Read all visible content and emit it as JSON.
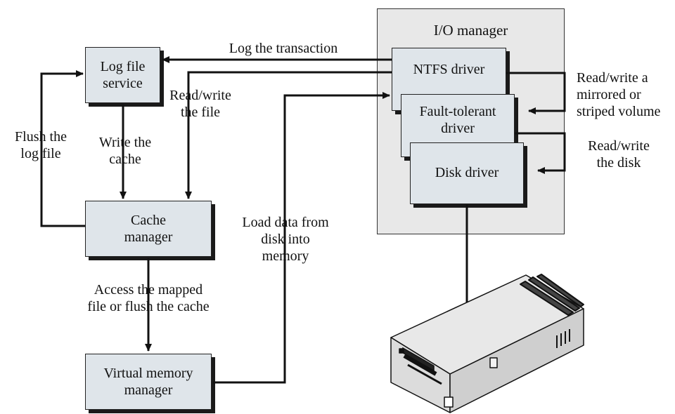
{
  "io_manager": {
    "title": "I/O manager"
  },
  "boxes": {
    "log_file_service": "Log file\nservice",
    "cache_manager": "Cache\nmanager",
    "virtual_memory_manager": "Virtual memory\nmanager",
    "ntfs_driver": "NTFS driver",
    "fault_tolerant_driver": "Fault-tolerant\ndriver",
    "disk_driver": "Disk driver"
  },
  "labels": {
    "log_transaction": "Log the transaction",
    "read_write_file": "Read/write\nthe file",
    "flush_log": "Flush the\nlog file",
    "write_cache": "Write the\ncache",
    "load_data": "Load data from\ndisk into\nmemory",
    "access_mapped": "Access the mapped\nfile or flush the cache",
    "read_write_mirrored": "Read/write a\nmirrored or\nstriped volume",
    "read_write_disk": "Read/write\nthe disk"
  },
  "colors": {
    "box_fill": "#dfe5ea",
    "io_panel_fill": "#e8e8e8",
    "line": "#111111"
  }
}
